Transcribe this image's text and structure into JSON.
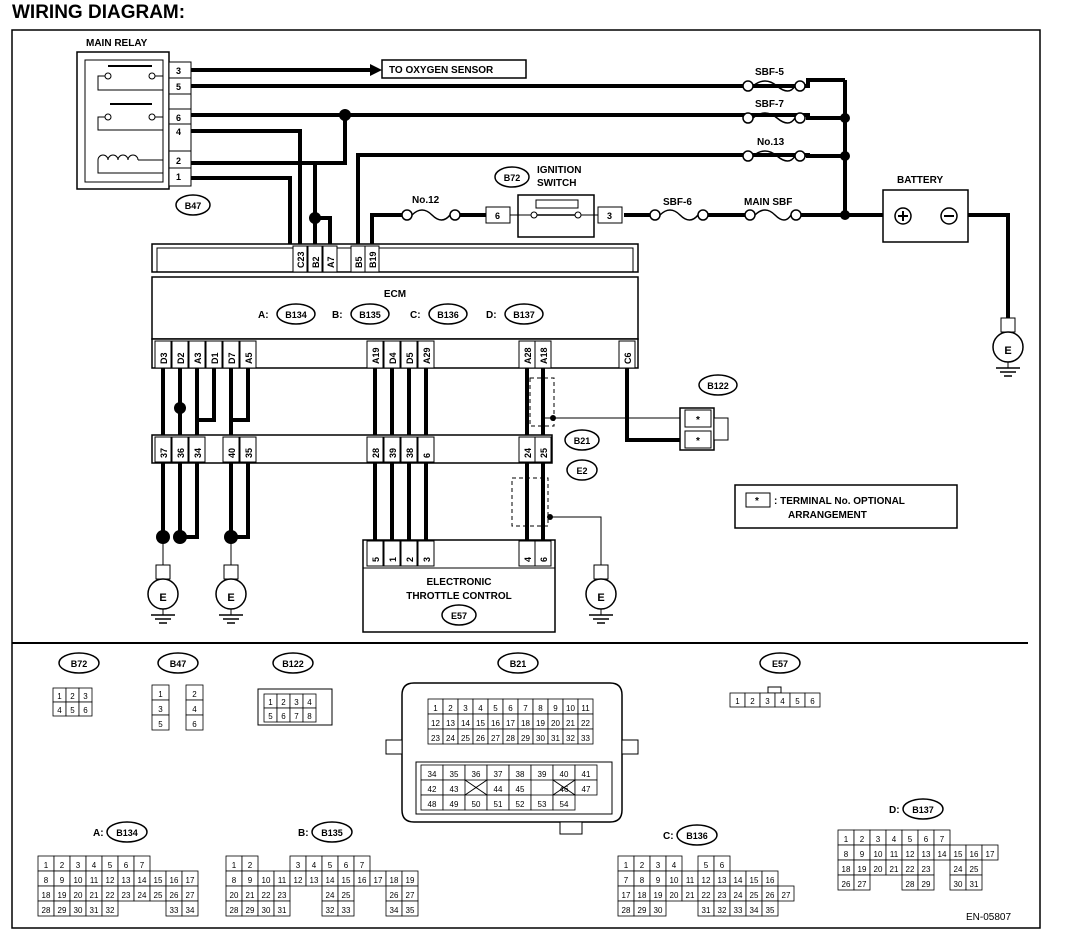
{
  "title": "WIRING DIAGRAM:",
  "footer_code": "EN-05807",
  "legend": {
    "symbol": "*",
    "line1": ": TERMINAL No. OPTIONAL",
    "line2": "ARRANGEMENT"
  },
  "components": {
    "main_relay": {
      "label": "MAIN RELAY",
      "connector": "B47",
      "pins": [
        "3",
        "5",
        "6",
        "4",
        "2",
        "1"
      ]
    },
    "oxygen_sensor_label": "TO OXYGEN SENSOR",
    "fuses": {
      "sbf5": "SBF-5",
      "sbf7": "SBF-7",
      "no13": "No.13",
      "no12": "No.12",
      "sbf6": "SBF-6",
      "main_sbf": "MAIN SBF"
    },
    "ignition_switch": {
      "line1": "IGNITION",
      "line2": "SWITCH",
      "connector": "B72",
      "pin_left": "6",
      "pin_right": "3"
    },
    "battery": {
      "label": "BATTERY",
      "plus": "⊕",
      "minus": "⊖"
    },
    "ground": "E",
    "ecm": {
      "label": "ECM",
      "connectors": [
        {
          "prefix": "A:",
          "id": "B134"
        },
        {
          "prefix": "B:",
          "id": "B135"
        },
        {
          "prefix": "C:",
          "id": "B136"
        },
        {
          "prefix": "D:",
          "id": "B137"
        }
      ],
      "top_pins": [
        "C23",
        "B2",
        "A7",
        "B5",
        "B19"
      ],
      "bottom_pins": [
        "D3",
        "D2",
        "A3",
        "D1",
        "D7",
        "A5",
        "A19",
        "D4",
        "D5",
        "A29",
        "A28",
        "A18",
        "C6"
      ]
    },
    "b21": {
      "connector1": "B21",
      "connector2": "E2",
      "pins": [
        "37",
        "36",
        "34",
        "40",
        "35",
        "28",
        "39",
        "38",
        "6",
        "24",
        "25"
      ]
    },
    "b122": {
      "connector": "B122",
      "pins": [
        "*",
        "*"
      ]
    },
    "throttle": {
      "line1": "ELECTRONIC",
      "line2": "THROTTLE CONTROL",
      "connector": "E57",
      "pins": [
        "5",
        "1",
        "2",
        "3",
        "4",
        "6"
      ]
    }
  },
  "connector_views": {
    "b72": {
      "label": "B72",
      "rows": [
        [
          "1",
          "2",
          "3"
        ],
        [
          "4",
          "5",
          "6"
        ]
      ]
    },
    "b47": {
      "label": "B47",
      "rows": [
        [
          "1",
          "",
          "2"
        ],
        [
          "3",
          "",
          "4"
        ],
        [
          "5",
          "",
          "6"
        ]
      ]
    },
    "b122": {
      "label": "B122",
      "rows": [
        [
          "1",
          "2",
          "3",
          "4"
        ],
        [
          "5",
          "6",
          "7",
          "8"
        ]
      ]
    },
    "b21": {
      "label": "B21",
      "upper_rows": [
        [
          "1",
          "2",
          "3",
          "4",
          "5",
          "6",
          "7",
          "8",
          "9",
          "10",
          "11"
        ],
        [
          "12",
          "13",
          "14",
          "15",
          "16",
          "17",
          "18",
          "19",
          "20",
          "21",
          "22"
        ],
        [
          "23",
          "24",
          "25",
          "26",
          "27",
          "28",
          "29",
          "30",
          "31",
          "32",
          "33"
        ]
      ],
      "lower_rows": [
        [
          "34",
          "35",
          "36",
          "37",
          "38",
          "39",
          "40",
          "41"
        ],
        [
          "42",
          "43",
          "",
          "44",
          "45",
          "",
          "46",
          "47"
        ],
        [
          "48",
          "49",
          "50",
          "51",
          "52",
          "53",
          "54"
        ]
      ]
    },
    "e57": {
      "label": "E57",
      "rows": [
        [
          "1",
          "2",
          "3",
          "4",
          "5",
          "6"
        ]
      ]
    },
    "b134": {
      "prefix": "A:",
      "label": "B134",
      "rows": [
        [
          "1",
          "2",
          "3",
          "4",
          "5",
          "6",
          "7"
        ],
        [
          "8",
          "9",
          "10",
          "11",
          "12",
          "13",
          "14",
          "15",
          "16",
          "17"
        ],
        [
          "18",
          "19",
          "20",
          "21",
          "22",
          "23",
          "24",
          "25",
          "26",
          "27"
        ],
        [
          "28",
          "29",
          "30",
          "31",
          "32",
          "",
          "",
          "",
          "33",
          "34"
        ]
      ]
    },
    "b135": {
      "prefix": "B:",
      "label": "B135",
      "rows": [
        [
          "1",
          "2",
          "",
          "",
          "3",
          "4",
          "5",
          "6",
          "7"
        ],
        [
          "8",
          "9",
          "10",
          "11",
          "12",
          "13",
          "14",
          "15",
          "16",
          "17",
          "18",
          "19"
        ],
        [
          "20",
          "21",
          "22",
          "23",
          "",
          "",
          "24",
          "25",
          "",
          "",
          "26",
          "27"
        ],
        [
          "28",
          "29",
          "30",
          "31",
          "",
          "",
          "32",
          "33",
          "",
          "",
          "34",
          "35"
        ]
      ]
    },
    "b136": {
      "prefix": "C:",
      "label": "B136",
      "rows": [
        [
          "1",
          "2",
          "3",
          "4",
          "",
          "5",
          "6"
        ],
        [
          "7",
          "8",
          "9",
          "10",
          "11",
          "12",
          "13",
          "14",
          "15",
          "16"
        ],
        [
          "17",
          "18",
          "19",
          "20",
          "21",
          "22",
          "23",
          "24",
          "25",
          "26",
          "27"
        ],
        [
          "28",
          "29",
          "30",
          "",
          "",
          "31",
          "32",
          "33",
          "34",
          "35"
        ]
      ]
    },
    "b137": {
      "prefix": "D:",
      "label": "B137",
      "rows": [
        [
          "1",
          "2",
          "3",
          "4",
          "5",
          "6",
          "7"
        ],
        [
          "8",
          "9",
          "10",
          "11",
          "12",
          "13",
          "14",
          "15",
          "16",
          "17"
        ],
        [
          "18",
          "19",
          "20",
          "21",
          "22",
          "23",
          "",
          "24",
          "25"
        ],
        [
          "26",
          "27",
          "",
          "",
          "28",
          "29",
          "",
          "30",
          "31"
        ]
      ]
    }
  }
}
